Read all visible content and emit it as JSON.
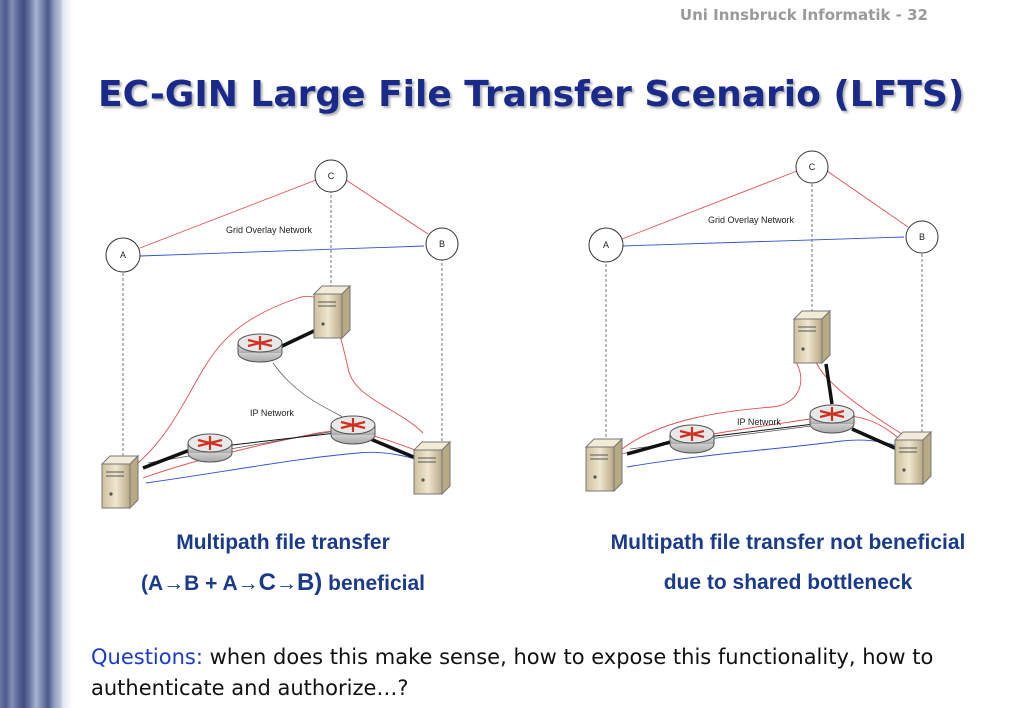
{
  "slide": {
    "header": "Uni Innsbruck Informatik - 32",
    "title": "EC-GIN Large File Transfer Scenario (LFTS)"
  },
  "diagram_left": {
    "node_a": "A",
    "node_b": "B",
    "node_c": "C",
    "overlay_label": "Grid Overlay Network",
    "ip_label": "IP Network"
  },
  "diagram_right": {
    "node_a": "A",
    "node_b": "B",
    "node_c": "C",
    "overlay_label": "Grid Overlay Network",
    "ip_label": "IP Network"
  },
  "captions": {
    "left_line1": "Multipath file transfer",
    "left_open": "(A",
    "left_b1": "B + A",
    "left_c": "C",
    "left_b2": "B)",
    "left_tail": "beneficial",
    "arrow": "→",
    "right_line1": "Multipath file transfer not beneficial",
    "right_line2": "due to shared bottleneck"
  },
  "questions": {
    "label": "Questions:",
    "text": "when does this make sense, how to expose this functionality, how to authenticate and authorize…?"
  }
}
